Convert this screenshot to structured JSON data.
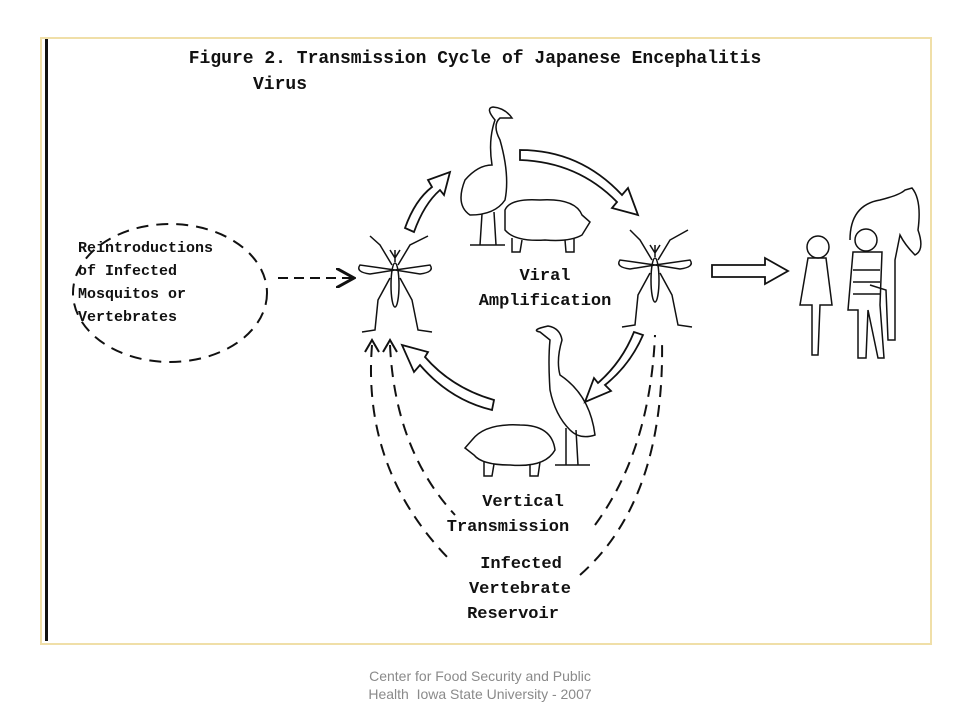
{
  "figure": {
    "title_line1": "Figure 2. Transmission Cycle of Japanese Encephalitis",
    "title_line2": "Virus",
    "reintroduction": [
      "Reintroductions",
      "of Infected",
      "Mosquitos or",
      "Vertebrates"
    ],
    "viral_amplification": [
      "Viral",
      "Amplification"
    ],
    "vertical_transmission": [
      "Vertical",
      "Transmission"
    ],
    "infected_reservoir": [
      "Infected",
      "Vertebrate",
      "Reservoir"
    ]
  },
  "footer": {
    "line1": "Center for Food Security and Public",
    "line2": "Health  Iowa State University - 2007"
  },
  "colors": {
    "frame_border": "#f0dfa8",
    "footer_text": "#8a8a8a"
  }
}
